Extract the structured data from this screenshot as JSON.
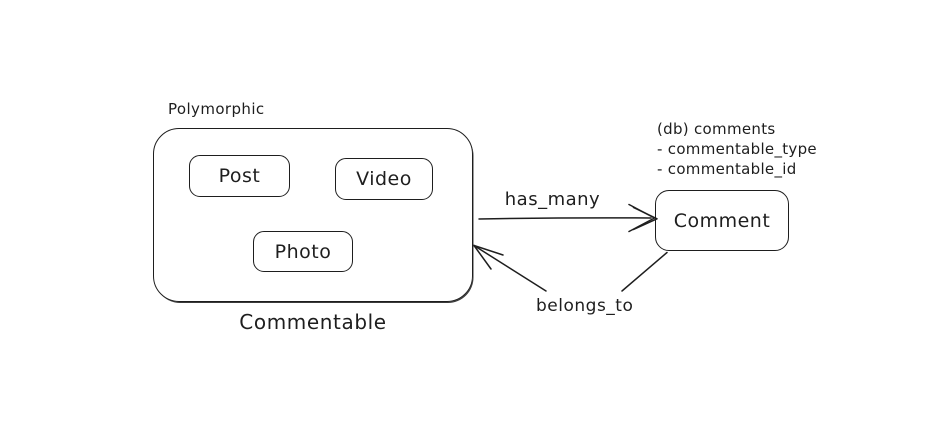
{
  "diagram": {
    "polymorphic_label": "Polymorphic",
    "commentable_group": {
      "label": "Commentable",
      "nodes": [
        {
          "label": "Post"
        },
        {
          "label": "Video"
        },
        {
          "label": "Photo"
        }
      ]
    },
    "comment_node": {
      "label": "Comment",
      "annotation_lines": [
        "(db) comments",
        "- commentable_type",
        "- commentable_id"
      ]
    },
    "arrows": [
      {
        "name": "has_many",
        "label": "has_many"
      },
      {
        "name": "belongs_to",
        "label": "belongs_to"
      }
    ],
    "colors": {
      "stroke": "#1e1e1e",
      "background": "#ffffff"
    }
  }
}
